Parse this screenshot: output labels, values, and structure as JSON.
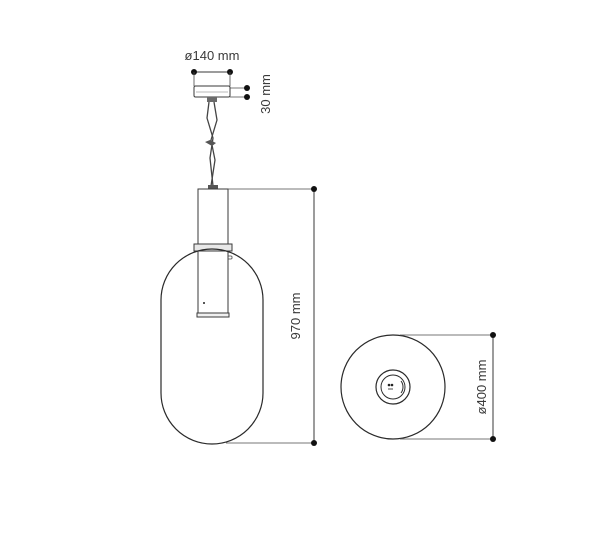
{
  "dimensions": {
    "canopy_diameter": "ø140 mm",
    "canopy_height": "30 mm",
    "overall_height": "970 mm",
    "shade_diameter": "ø400 mm"
  }
}
